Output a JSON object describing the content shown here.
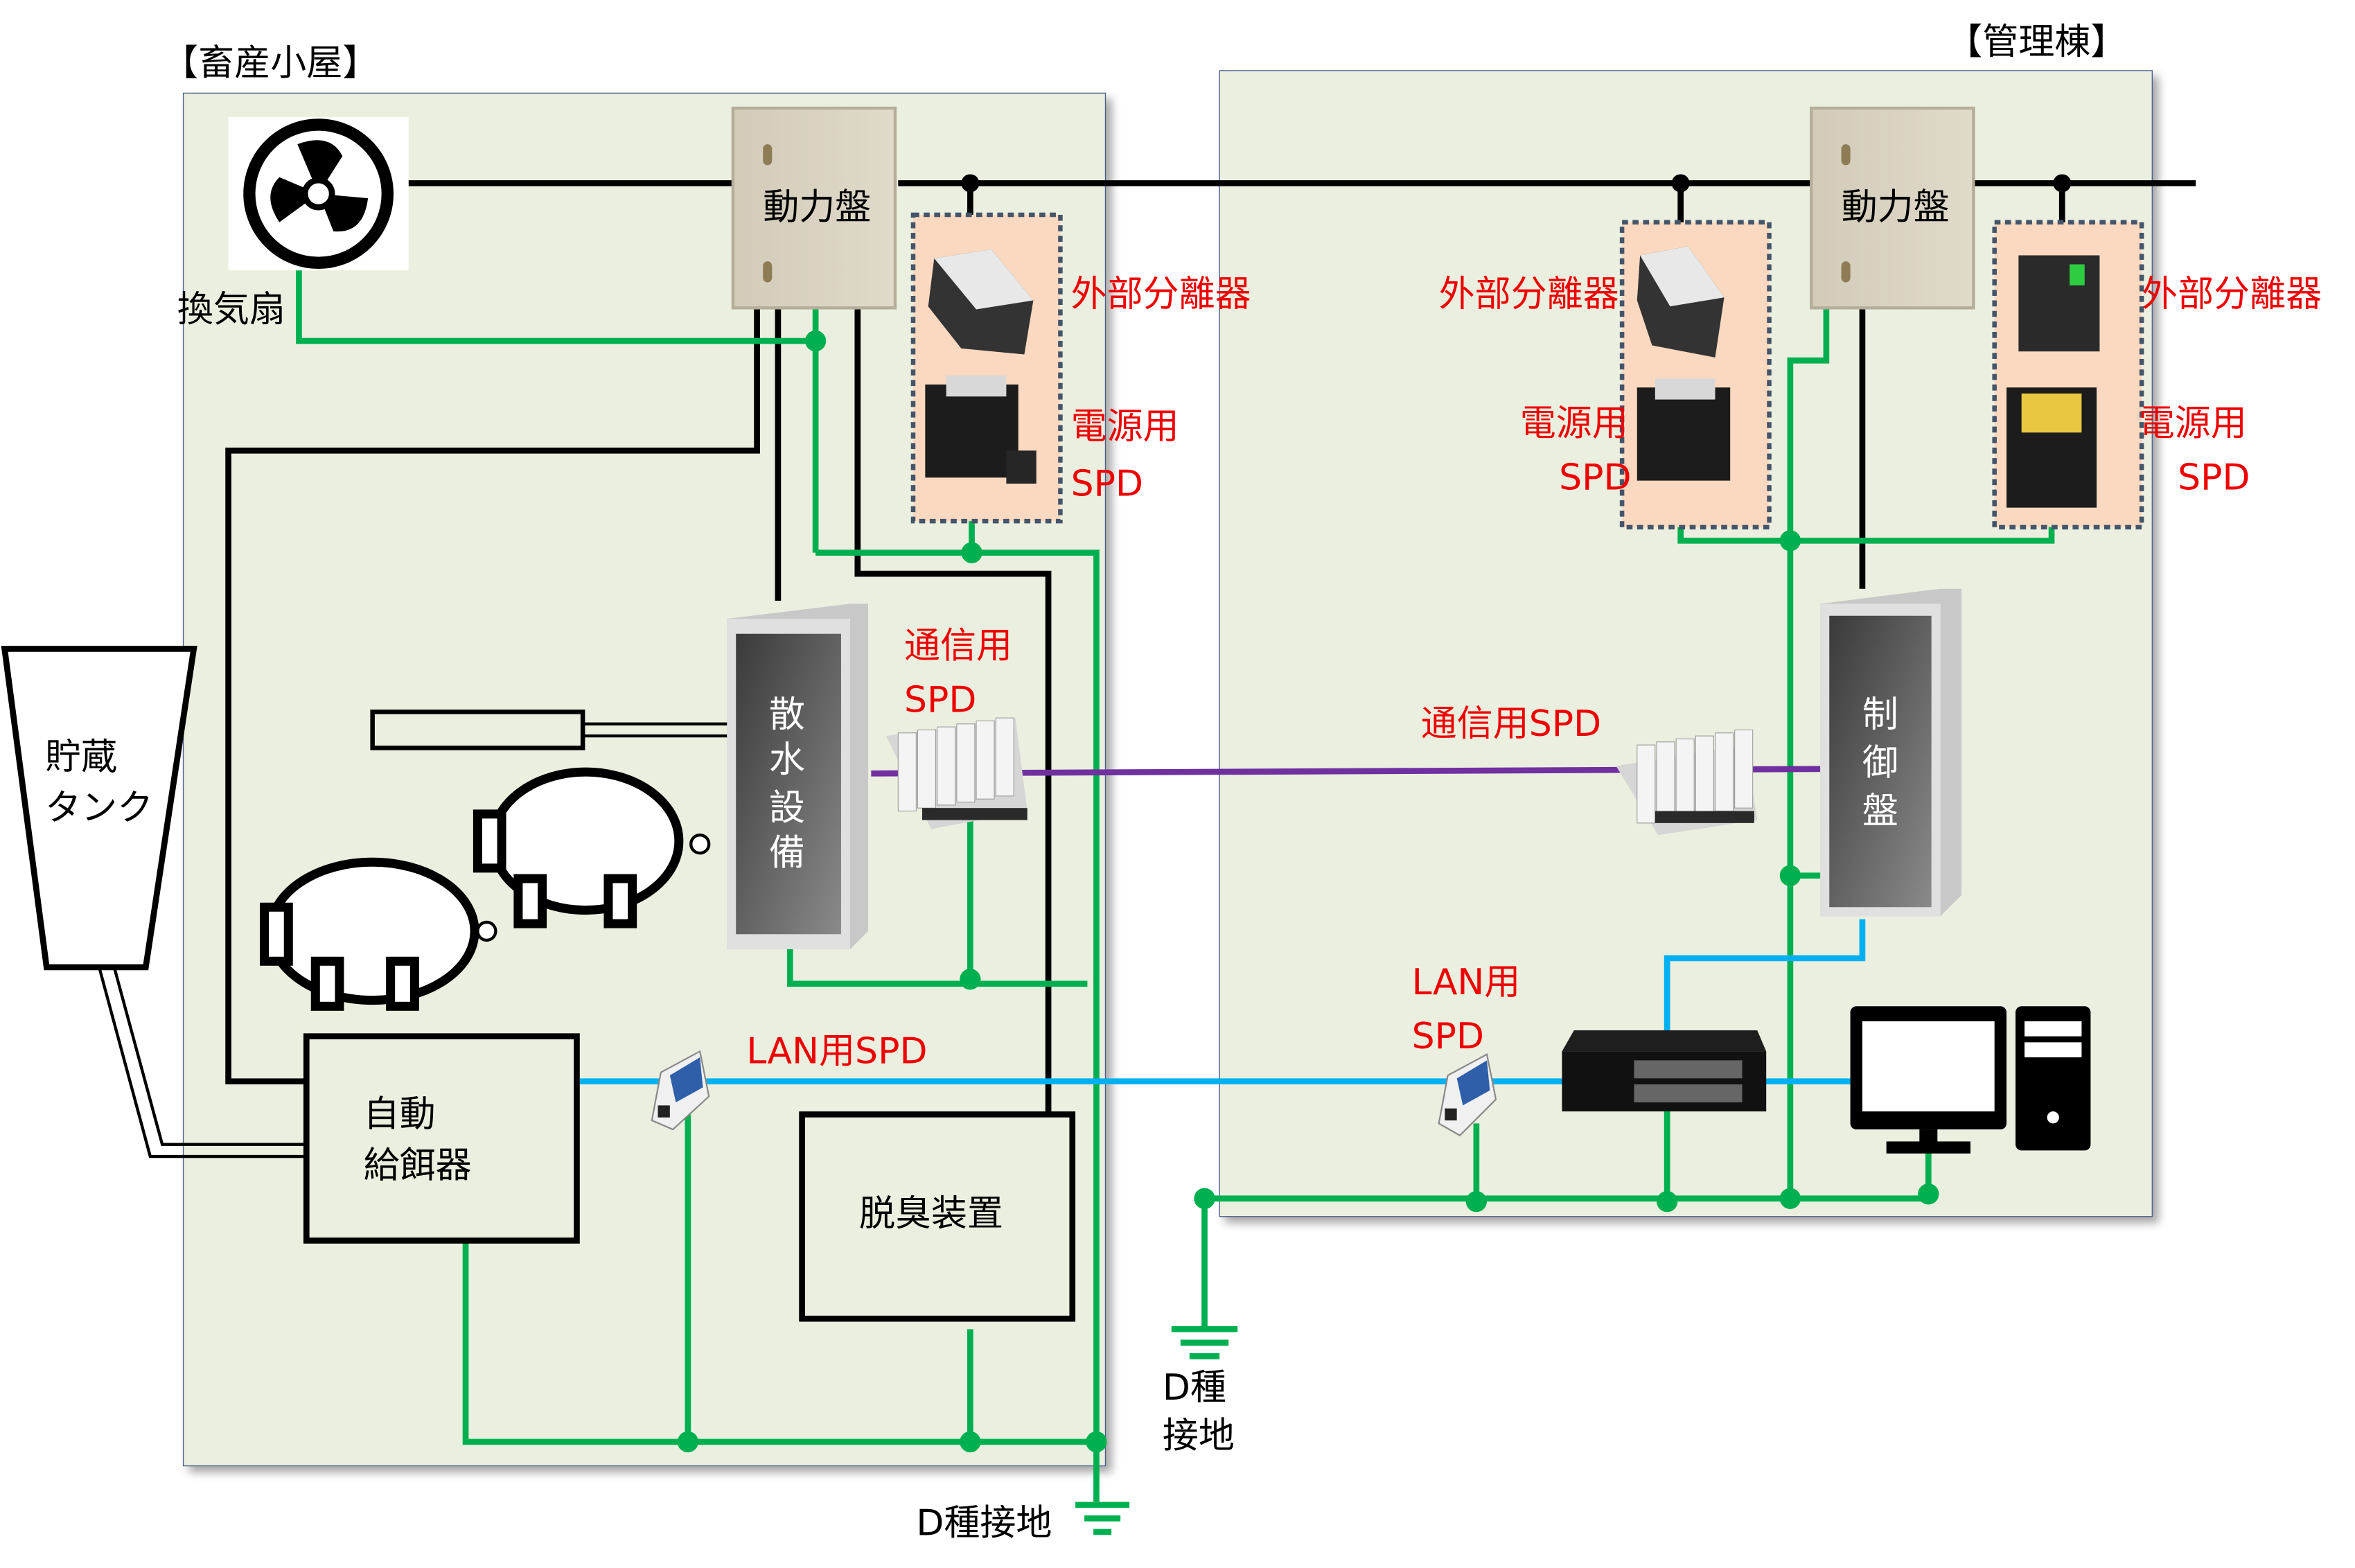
{
  "buildings": {
    "barn": {
      "title": "【畜産小屋】"
    },
    "office": {
      "title": "【管理棟】"
    }
  },
  "devices": {
    "fan": "換気扇",
    "barn_power_panel": "動力盤",
    "office_power_panel": "動力盤",
    "sprinkler": [
      "散",
      "水",
      "設",
      "備"
    ],
    "control_panel": [
      "制",
      "御",
      "盤"
    ],
    "tank": [
      "貯蔵",
      "タンク"
    ],
    "feeder": [
      "自動",
      "給餌器"
    ],
    "deodorizer": "脱臭装置"
  },
  "labels": {
    "ext_disconnector": "外部分離器",
    "power_spd_1": "電源用",
    "power_spd_2": "SPD",
    "comm_spd_1": "通信用",
    "comm_spd_2": "SPD",
    "comm_spd_office": "通信用SPD",
    "lan_spd_barn": "LAN用SPD",
    "lan_spd_office_1": "LAN用",
    "lan_spd_office_2": "SPD",
    "ground_barn": "D種接地",
    "ground_office_1": "D種",
    "ground_office_2": "接地"
  },
  "colors": {
    "power_line": "#000000",
    "ground_line": "#00b050",
    "lan_line": "#00b0f0",
    "comm_line": "#7030a0",
    "label_red": "#ee0000",
    "building_fill": "#ebefdf",
    "spd_box_fill": "#fbd9c0"
  }
}
